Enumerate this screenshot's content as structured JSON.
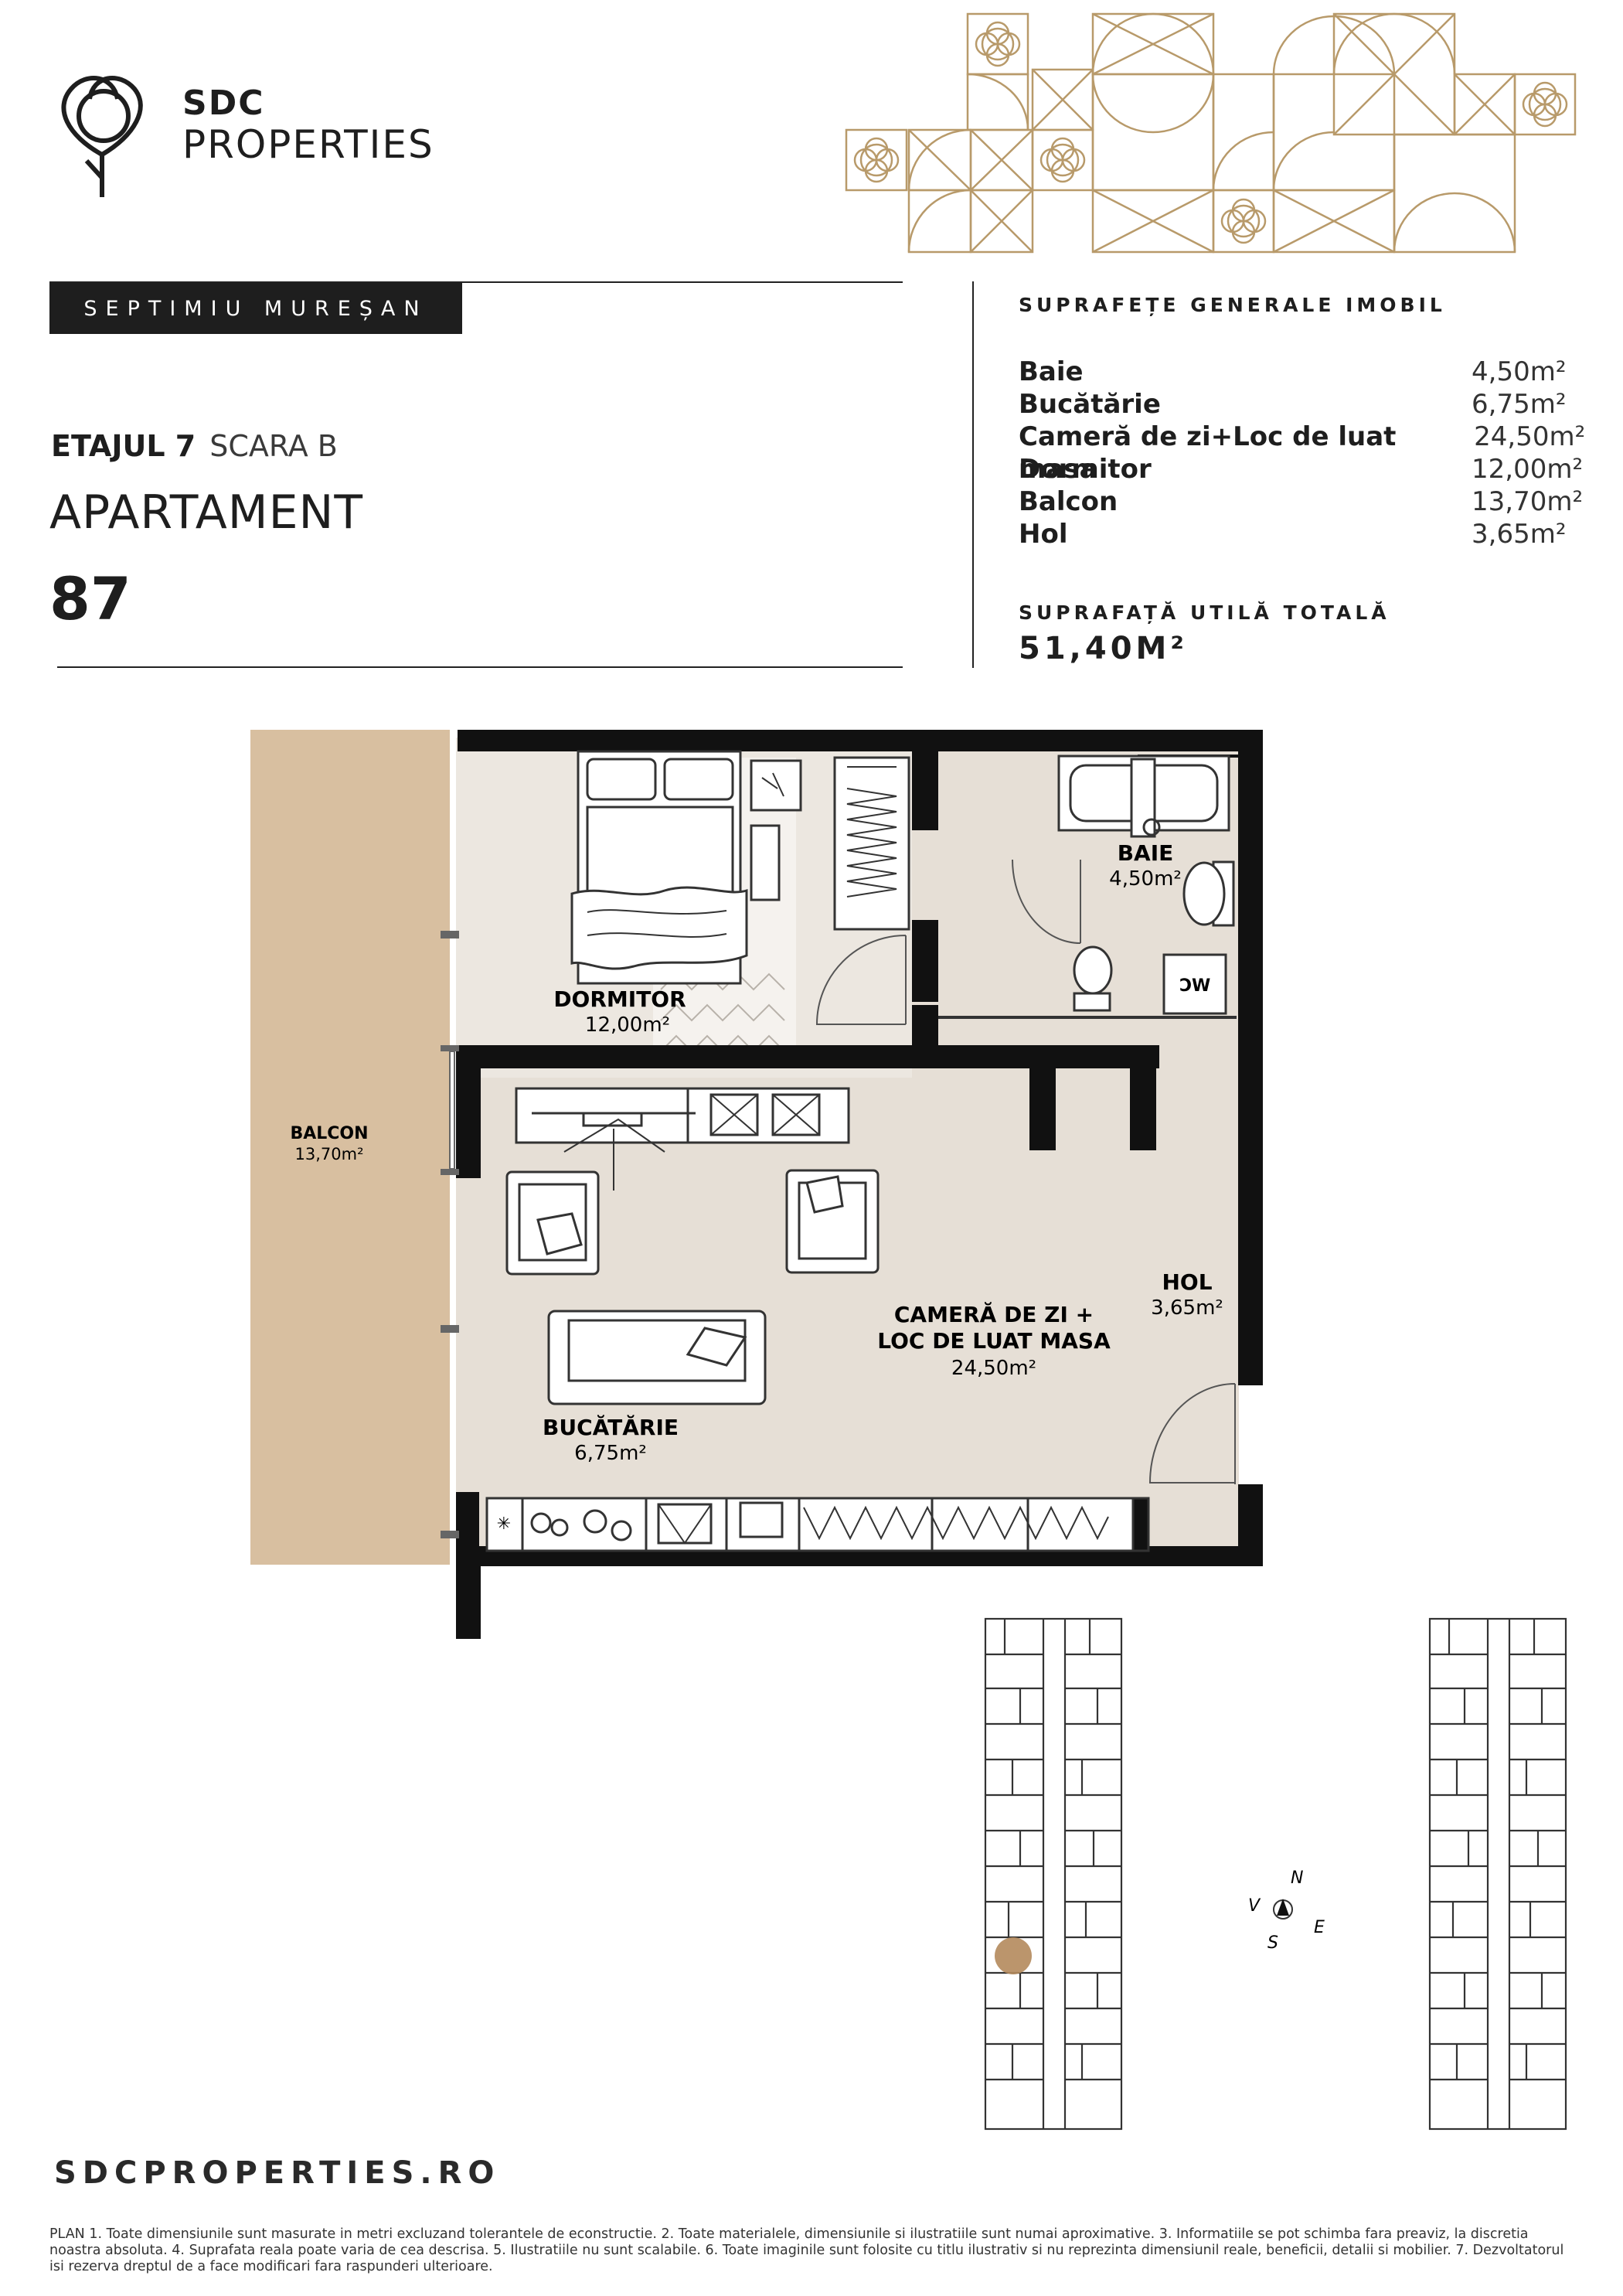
{
  "brand": {
    "line1": "SDC",
    "line2": "PROPERTIES"
  },
  "project": "SEPTIMIU MUREȘAN",
  "floor": {
    "level": "ETAJUL 7",
    "stair": "SCARA B"
  },
  "apartment": {
    "label": "APARTAMENT",
    "number": "87"
  },
  "areas": {
    "title": "SUPRAFEȚE GENERALE IMOBIL",
    "items": [
      {
        "name": "Baie",
        "value": "4,50m²"
      },
      {
        "name": "Bucătărie",
        "value": "6,75m²"
      },
      {
        "name": "Cameră de zi+Loc de luat masa",
        "value": "24,50m²"
      },
      {
        "name": "Dormitor",
        "value": "12,00m²"
      },
      {
        "name": "Balcon",
        "value": "13,70m²"
      },
      {
        "name": "Hol",
        "value": "3,65m²"
      }
    ],
    "total_title": "SUPRAFAȚĂ UTILĂ TOTALĂ",
    "total_value": "51,40M²"
  },
  "plan": {
    "rooms": {
      "dormitor": {
        "name": "DORMITOR",
        "area": "12,00m²"
      },
      "baie": {
        "name": "BAIE",
        "area": "4,50m²"
      },
      "balcon": {
        "name": "BALCON",
        "area": "13,70m²"
      },
      "hol": {
        "name": "HOL",
        "area": "3,65m²"
      },
      "living": {
        "name1": "CAMERĂ DE ZI +",
        "name2": "LOC DE LUAT MASA",
        "area": "24,50m²"
      },
      "bucatarie": {
        "name": "BUCĂTĂRIE",
        "area": "6,75m²"
      }
    },
    "wc_label": "WC"
  },
  "compass": {
    "n": "N",
    "e": "E",
    "s": "S",
    "w": "V"
  },
  "website": "SDCPROPERTIES.RO",
  "disclaimer": "PLAN 1. Toate dimensiunile sunt masurate in metri excluzand tolerantele de econstructie. 2. Toate materialele, dimensiunile si ilustratiile sunt numai aproximative. 3. Informatiile se pot schimba fara preaviz, la discretia noastra absoluta. 4. Suprafata reala poate varia de cea descrisa. 5. Ilustratiile nu sunt scalabile. 6. Toate imaginile sunt folosite cu titlu ilustrativ si nu reprezinta dimensiunil reale, beneficii, detalii si mobilier. 7. Dezvoltatorul isi rezerva dreptul de a face modificari fara raspunderi ulterioare.",
  "colors": {
    "gold": "#b89a6a",
    "balcony": "#d8bfa0",
    "floor": "#e6dfd6",
    "wall": "#111111",
    "marker": "#b48a5c"
  }
}
